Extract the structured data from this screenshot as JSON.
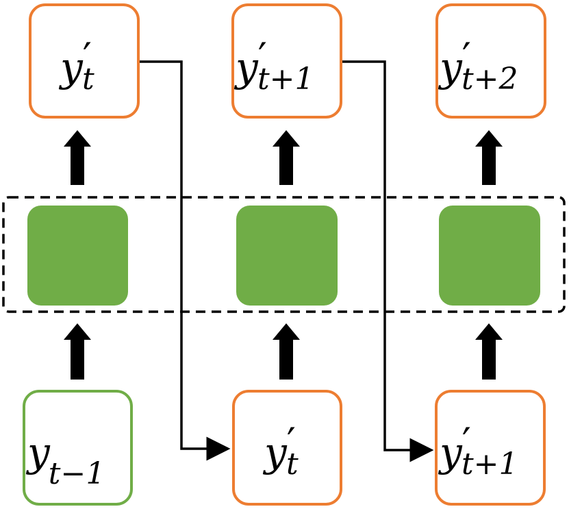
{
  "colors": {
    "output_border": "#ED7D31",
    "input_border": "#70AD47",
    "cell_fill": "#70AD47",
    "arrow": "#000000",
    "dashed_border": "#000000"
  },
  "outputs": [
    {
      "base": "y",
      "prime": "′",
      "sub": "t"
    },
    {
      "base": "y",
      "prime": "′",
      "sub": "t+1"
    },
    {
      "base": "y",
      "prime": "′",
      "sub": "t+2"
    }
  ],
  "inputs": [
    {
      "base": "y",
      "prime": "",
      "sub": "t−1"
    },
    {
      "base": "y",
      "prime": "′",
      "sub": "t"
    },
    {
      "base": "y",
      "prime": "′",
      "sub": "t+1"
    }
  ]
}
